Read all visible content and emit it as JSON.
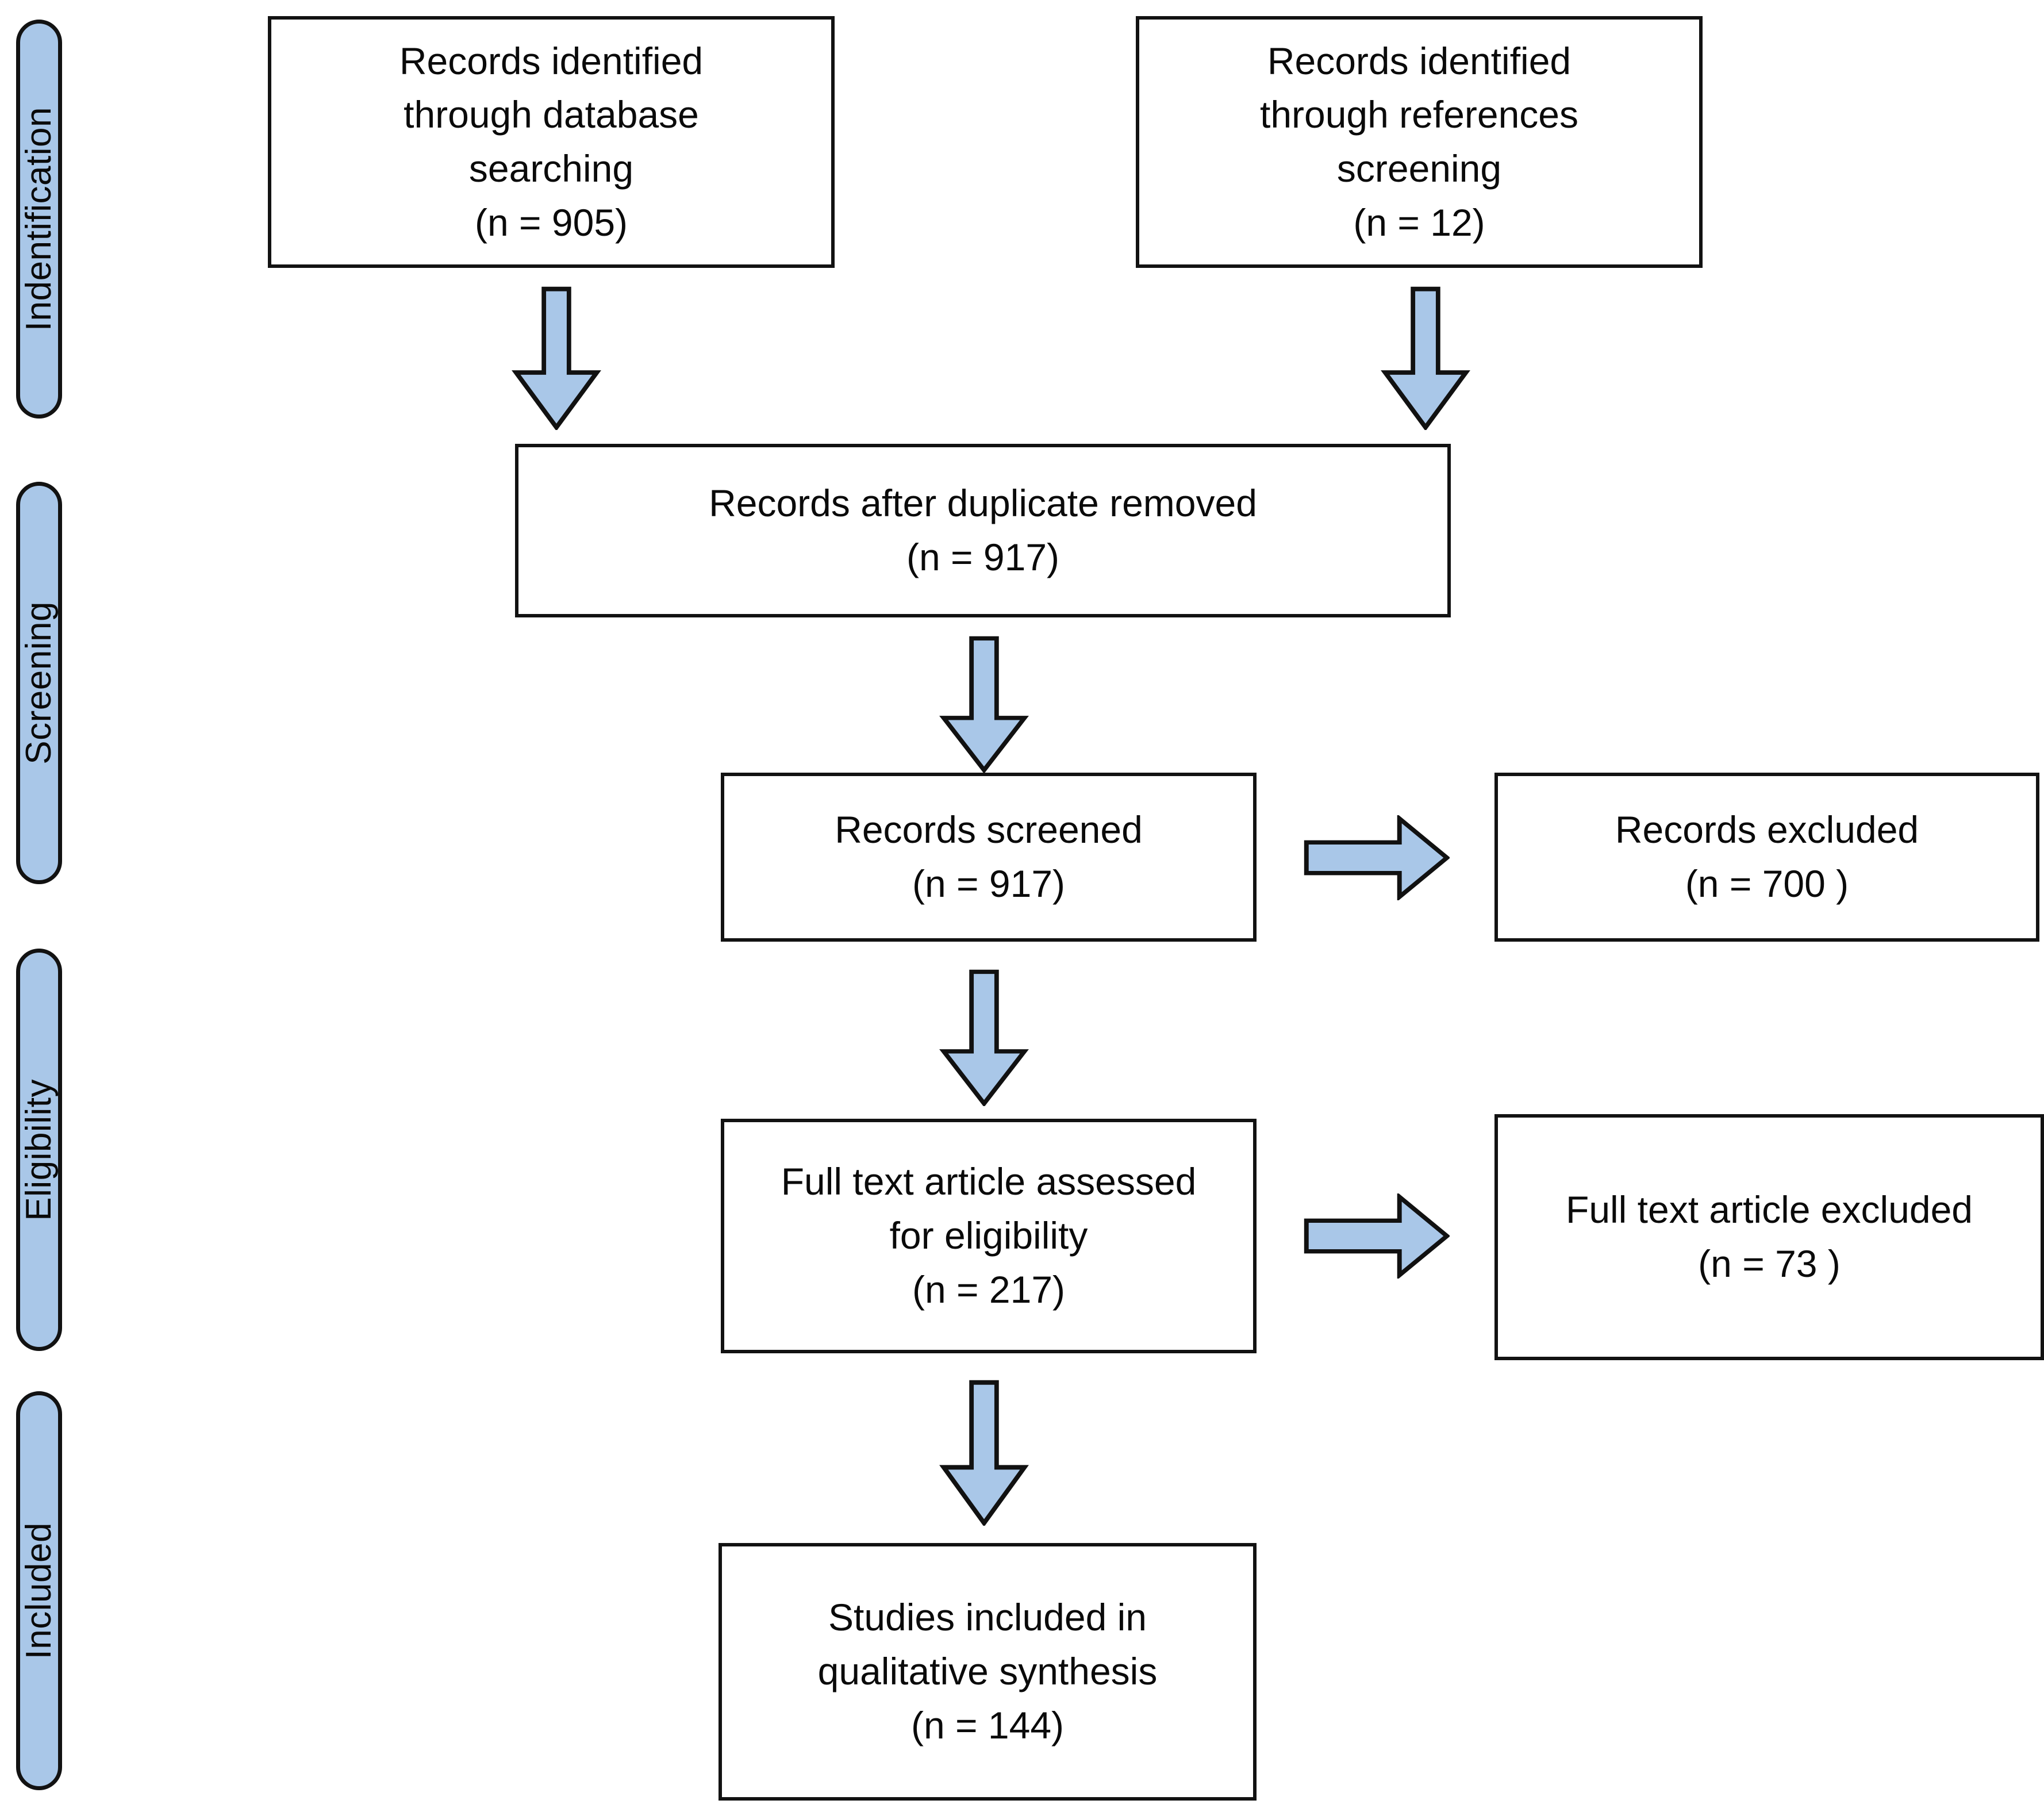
{
  "diagram": {
    "title": "PRISMA study selection flow diagram",
    "colors": {
      "band_fill": "#a9c7e8",
      "arrow_fill": "#a9c7e8",
      "outline": "#121212",
      "box_fill": "#ffffff",
      "text": "#0a0a0a"
    }
  },
  "phases": [
    {
      "id": "identification",
      "label": "Indentification"
    },
    {
      "id": "screening",
      "label": "Screening"
    },
    {
      "id": "eligibility",
      "label": "Eligibility"
    },
    {
      "id": "included",
      "label": "Included"
    }
  ],
  "nodes": {
    "database_search": {
      "lines": [
        "Records identified",
        "through database",
        "searching",
        "(n = 905)"
      ],
      "count": 905
    },
    "references_screening": {
      "lines": [
        "Records identified",
        "through references",
        "screening",
        "(n = 12)"
      ],
      "count": 12
    },
    "after_duplicates": {
      "lines": [
        "Records after duplicate removed",
        "(n = 917)"
      ],
      "count": 917
    },
    "records_screened": {
      "lines": [
        "Records screened",
        "(n = 917)"
      ],
      "count": 917
    },
    "records_excluded": {
      "lines": [
        "Records excluded",
        "(n = 700 )"
      ],
      "count": 700
    },
    "fulltext_assessed": {
      "lines": [
        "Full text article assessed",
        "for eligibility",
        "(n = 217)"
      ],
      "count": 217
    },
    "fulltext_excluded": {
      "lines": [
        "Full text article excluded",
        "(n = 73 )"
      ],
      "count": 73
    },
    "studies_included": {
      "lines": [
        "Studies included in",
        "qualitative synthesis",
        "(n = 144)"
      ],
      "count": 144
    }
  },
  "connectors": [
    {
      "id": "db-to-dedup",
      "direction": "down",
      "from": "database_search",
      "to": "after_duplicates"
    },
    {
      "id": "refs-to-dedup",
      "direction": "down",
      "from": "references_screening",
      "to": "after_duplicates"
    },
    {
      "id": "dedup-to-screened",
      "direction": "down",
      "from": "after_duplicates",
      "to": "records_screened"
    },
    {
      "id": "screened-to-excluded",
      "direction": "right",
      "from": "records_screened",
      "to": "records_excluded"
    },
    {
      "id": "screened-to-fulltext",
      "direction": "down",
      "from": "records_screened",
      "to": "fulltext_assessed"
    },
    {
      "id": "fulltext-to-excluded",
      "direction": "right",
      "from": "fulltext_assessed",
      "to": "fulltext_excluded"
    },
    {
      "id": "fulltext-to-included",
      "direction": "down",
      "from": "fulltext_assessed",
      "to": "studies_included"
    }
  ]
}
